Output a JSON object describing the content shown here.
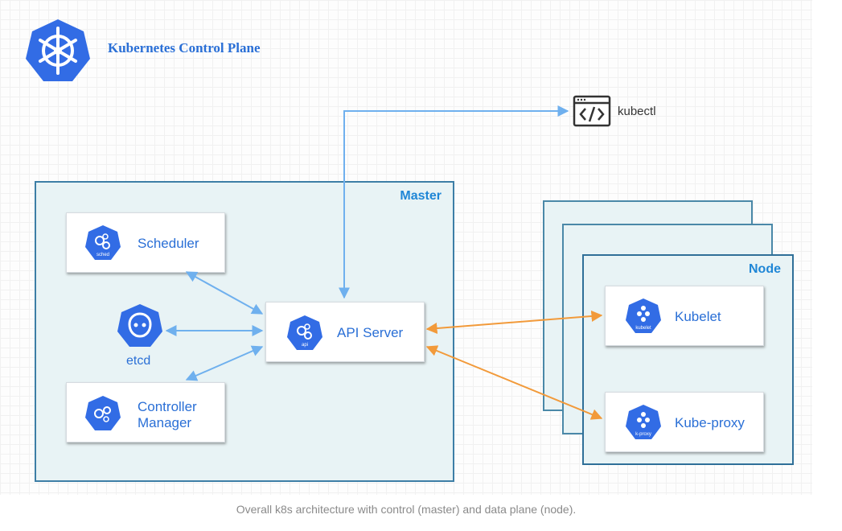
{
  "header": {
    "title": "Kubernetes Control Plane"
  },
  "kubectl": {
    "label": "kubectl"
  },
  "master": {
    "label": "Master",
    "components": {
      "scheduler": {
        "label": "Scheduler",
        "icon_text": "sched"
      },
      "api_server": {
        "label": "API Server",
        "icon_text": "api"
      },
      "etcd": {
        "label": "etcd"
      },
      "controller_manager": {
        "label_line1": "Controller",
        "label_line2": "Manager"
      }
    }
  },
  "node": {
    "label": "Node",
    "components": {
      "kubelet": {
        "label": "Kubelet",
        "icon_text": "kubelet"
      },
      "kube_proxy": {
        "label": "Kube-proxy",
        "icon_text": "k-proxy"
      }
    }
  },
  "caption": "Overall k8s architecture with control (master) and data plane (node).",
  "colors": {
    "k8s_blue": "#326ce5",
    "label_blue": "#2a6fd6",
    "panel_border": "#3d7ea6",
    "panel_fill": "#e8f3f5",
    "control_arrow": "#6fb0ee",
    "data_arrow": "#f29a3a"
  }
}
